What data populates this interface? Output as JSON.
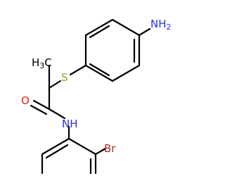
{
  "molecule": {
    "atoms": {
      "nh2": {
        "main": "NH",
        "sub": "2"
      },
      "s": {
        "main": "S"
      },
      "ch3": {
        "main": "H",
        "sub": "3",
        "tail": "C"
      },
      "o": {
        "main": "O"
      },
      "nh": {
        "main": "NH"
      },
      "br": {
        "main": "Br"
      }
    },
    "colors": {
      "nitrogen": "#2b2bff",
      "sulfur": "#9b9b1c",
      "oxygen": "#e0201a",
      "bromine": "#a52a2a",
      "carbon": "#000000",
      "bond": "#000000"
    }
  }
}
